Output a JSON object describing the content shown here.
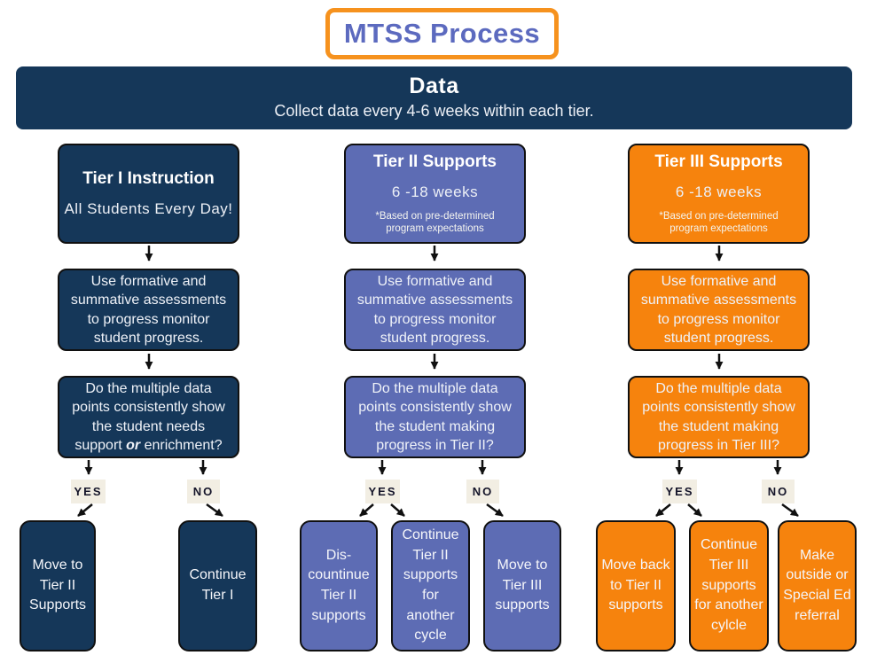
{
  "title": "MTSS Process",
  "banner": {
    "title": "Data",
    "subtitle": "Collect data every 4-6 weeks within each tier."
  },
  "branch_labels": {
    "yes": "YES",
    "no": "NO"
  },
  "colors": {
    "navy": "#153759",
    "purple": "#5D6CB4",
    "orange": "#F6830D",
    "cream_label": "#F2EEE3",
    "title_text": "#5C6ABF",
    "title_border": "#F6921E",
    "arrow": "#101010"
  },
  "columns": [
    {
      "theme": "navy",
      "header": {
        "title": "Tier I Instruction",
        "subtitle": "All Students Every Day!",
        "note": ""
      },
      "assessment": "Use formative and summative assessments to progress monitor student progress.",
      "question": {
        "before_or": "Do the multiple data points consistently show the student needs support ",
        "or_word": "or",
        "after_or": " enrichment?"
      },
      "outcomes": [
        {
          "branch": "yes",
          "text": "Move to Tier II Supports"
        },
        {
          "branch": "no",
          "text": "Continue Tier I"
        }
      ]
    },
    {
      "theme": "purple",
      "header": {
        "title": "Tier II Supports",
        "subtitle": "6 -18  weeks",
        "note": "*Based on pre-determined program expectations"
      },
      "assessment": "Use formative and summative assessments to progress monitor student progress.",
      "question": {
        "before_or": "Do the multiple data points consistently show the student making progress in Tier II?",
        "or_word": "",
        "after_or": ""
      },
      "outcomes": [
        {
          "branch": "yes",
          "text": "Dis-countinue Tier II supports"
        },
        {
          "branch": "yes",
          "text": "Continue Tier II supports for another cycle"
        },
        {
          "branch": "no",
          "text": "Move to Tier III supports"
        }
      ]
    },
    {
      "theme": "orange",
      "header": {
        "title": "Tier III Supports",
        "subtitle": "6 -18  weeks",
        "note": "*Based on pre-determined program expectations"
      },
      "assessment": "Use formative and summative assessments to progress monitor student progress.",
      "question": {
        "before_or": "Do the multiple data points consistently show the student making progress in Tier III?",
        "or_word": "",
        "after_or": ""
      },
      "outcomes": [
        {
          "branch": "yes",
          "text": "Move back to Tier II supports"
        },
        {
          "branch": "yes",
          "text": "Continue Tier III supports for another cylcle"
        },
        {
          "branch": "no",
          "text": "Make outside or Special Ed referral"
        }
      ]
    }
  ]
}
